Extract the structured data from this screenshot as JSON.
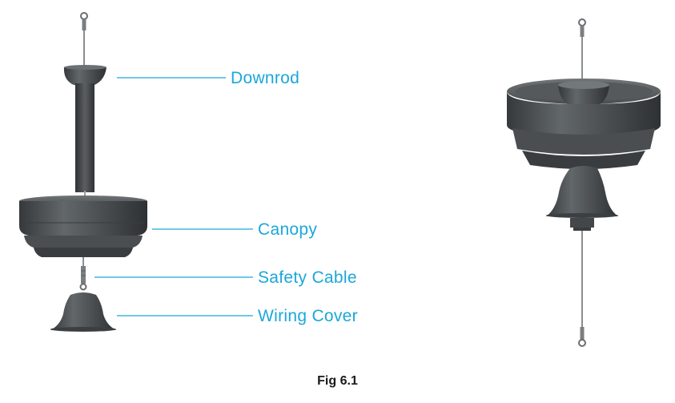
{
  "callouts": [
    {
      "id": "downrod",
      "label": "Downrod"
    },
    {
      "id": "canopy",
      "label": "Canopy"
    },
    {
      "id": "safety-cable",
      "label": "Safety Cable"
    },
    {
      "id": "wiring-cover",
      "label": "Wiring Cover"
    }
  ],
  "caption": "Fig 6.1",
  "colors": {
    "callout": "#1ba7d9",
    "part_dark": "#3e4244",
    "part_mid": "#55595c",
    "part_light": "#6e7375",
    "cable": "#8a8d90",
    "caption": "#1a1a1a"
  }
}
